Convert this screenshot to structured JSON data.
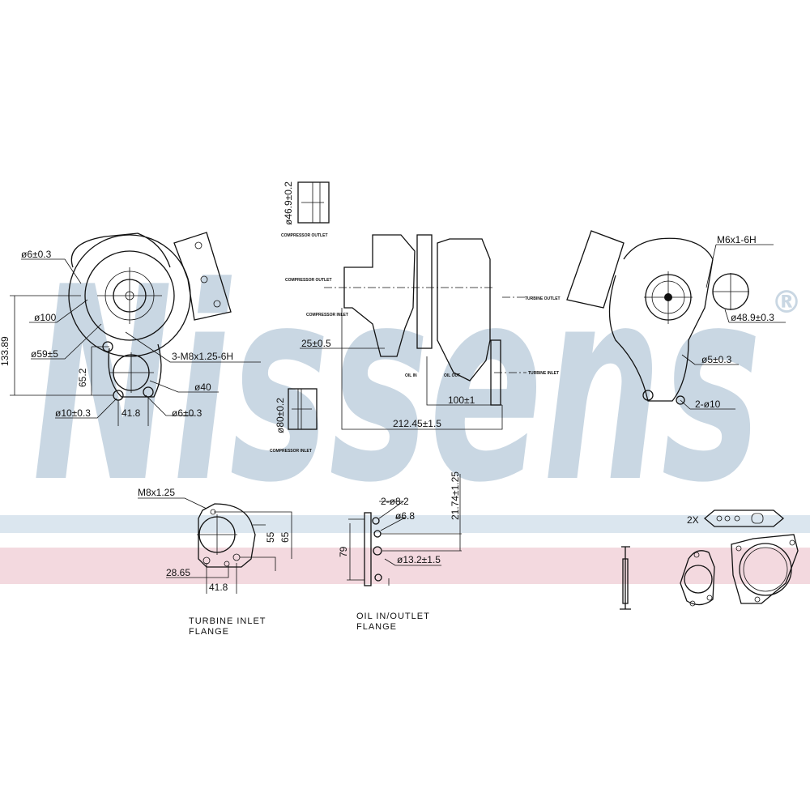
{
  "watermark": {
    "brand": "Nissens",
    "registered": "®",
    "colors": {
      "blue": "#c9d7e3",
      "stripe_blue": "#dbe6ef",
      "stripe_pink": "#f3d9df"
    }
  },
  "front_view": {
    "labels": [
      "ø6±0.3",
      "ø100",
      "ø59±5",
      "3-M8x1.25-6H",
      "ø40",
      "ø10±0.3",
      "41.8",
      "ø6±0.3"
    ],
    "dim_height": "133.89",
    "dim_inner": "65.2"
  },
  "side_view": {
    "compressor_outlet_dim": "ø46.9±0.2",
    "compressor_outlet_caption": "COMPRESSOR OUTLET",
    "compressor_inlet_dim": "ø80±0.2",
    "compressor_inlet_caption": "COMPRESSOR INLET",
    "label_comp_outlet": "COMPRESSOR OUTLET",
    "label_comp_inlet": "COMPRESSOR INLET",
    "label_turbine_outlet": "TURBINE OUTLET",
    "label_turbine_inlet": "TURBINE INLET",
    "dim_25": "25±0.5",
    "dim_100": "100±1",
    "dim_212": "212.45±1.5",
    "oil_in": "OIL IN",
    "oil_out": "OIL OUT"
  },
  "rear_view": {
    "labels": [
      "M6x1-6H",
      "ø48.9±0.3",
      "ø5±0.3",
      "2-ø10"
    ]
  },
  "turbine_flange": {
    "labels": [
      "M8x1.25",
      "55",
      "65",
      "28.65",
      "41.8"
    ],
    "caption_1": "TURBINE INLET",
    "caption_2": "FLANGE"
  },
  "oil_flange": {
    "labels": [
      "2-ø8.2",
      "ø6.8",
      "ø13.2±1.5",
      "79",
      "21.74±1.25"
    ],
    "caption_1": "OIL IN/OUTLET",
    "caption_2": "FLANGE"
  },
  "gasket_kit": {
    "count_label": "2X"
  }
}
